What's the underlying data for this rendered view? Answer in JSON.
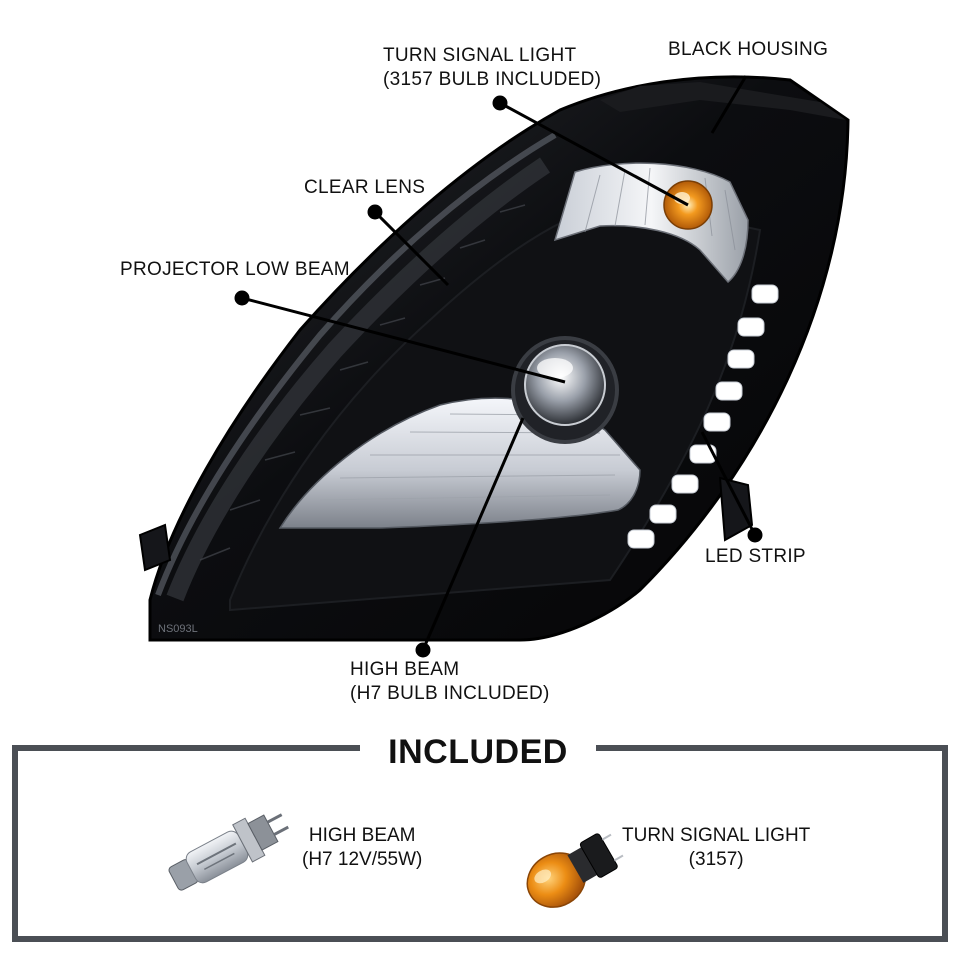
{
  "callouts": {
    "turn_signal": [
      "TURN SIGNAL LIGHT",
      "(3157 BULB INCLUDED)"
    ],
    "black_housing": "BLACK HOUSING",
    "clear_lens": "CLEAR LENS",
    "projector_low_beam": "PROJECTOR LOW BEAM",
    "led_strip": "LED STRIP",
    "high_beam": [
      "HIGH BEAM",
      "(H7 BULB INCLUDED)"
    ]
  },
  "part_number": "NS093L",
  "included": {
    "title": "INCLUDED",
    "items": [
      {
        "lines": [
          "HIGH BEAM",
          "(H7 12V/55W)"
        ],
        "icon": "h7-bulb-icon"
      },
      {
        "lines": [
          "TURN SIGNAL LIGHT",
          "(3157)"
        ],
        "icon": "3157-amber-bulb-icon"
      }
    ]
  },
  "colors": {
    "housing": "#0b0c0e",
    "amber": "#e88a10",
    "box_border": "#4b4f55"
  }
}
